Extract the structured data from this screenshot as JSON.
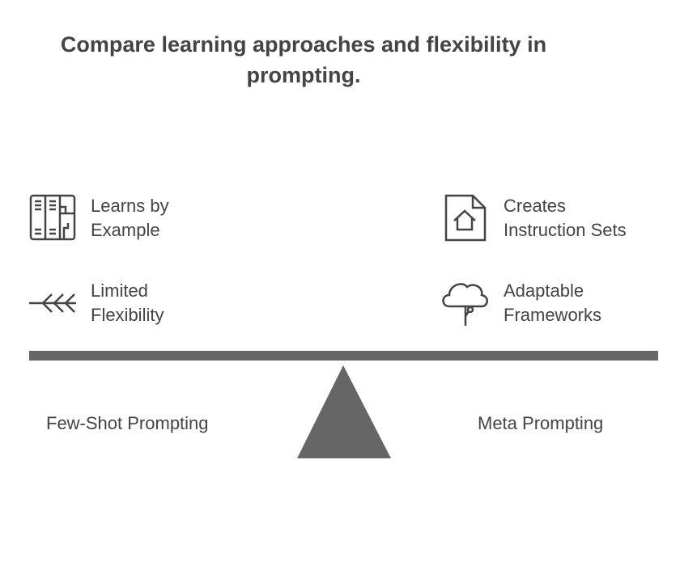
{
  "title": "Compare learning approaches and flexibility in prompting.",
  "left": {
    "label": "Few-Shot Prompting",
    "items": [
      {
        "icon": "library-icon",
        "text1": "Learns by",
        "text2": "Example"
      },
      {
        "icon": "arrow-fletching-icon",
        "text1": "Limited",
        "text2": "Flexibility"
      }
    ]
  },
  "right": {
    "label": "Meta Prompting",
    "items": [
      {
        "icon": "document-home-icon",
        "text1": "Creates",
        "text2": "Instruction Sets"
      },
      {
        "icon": "tree-icon",
        "text1": "Adaptable",
        "text2": "Frameworks"
      }
    ]
  },
  "colors": {
    "beam": "#666666",
    "text": "#444444"
  }
}
